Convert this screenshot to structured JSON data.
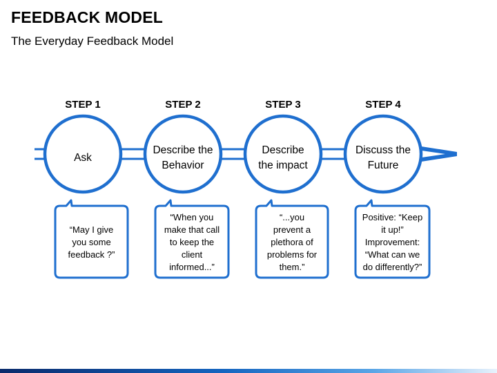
{
  "header": {
    "title": "FEEDBACK MODEL",
    "subtitle": "The Everyday Feedback Model"
  },
  "colors": {
    "accent": "#1f6fcf",
    "line": "#1f6fcf"
  },
  "steps": [
    {
      "label": "STEP 1",
      "circle_text": "Ask",
      "bubble_text": "“May I give\nyou some\nfeedback ?”"
    },
    {
      "label": "STEP 2",
      "circle_text": "Describe the\nBehavior",
      "bubble_text": "“When you\nmake that call\nto keep the\nclient\ninformed...”"
    },
    {
      "label": "STEP 3",
      "circle_text": "Describe\nthe impact",
      "bubble_text": "“...you\nprevent a\nplethora of\nproblems for\nthem.”"
    },
    {
      "label": "STEP 4",
      "circle_text": "Discuss the\nFuture",
      "bubble_text": "Positive: “Keep\nit up!”\nImprovement:\n“What can we\ndo differently?”"
    }
  ]
}
